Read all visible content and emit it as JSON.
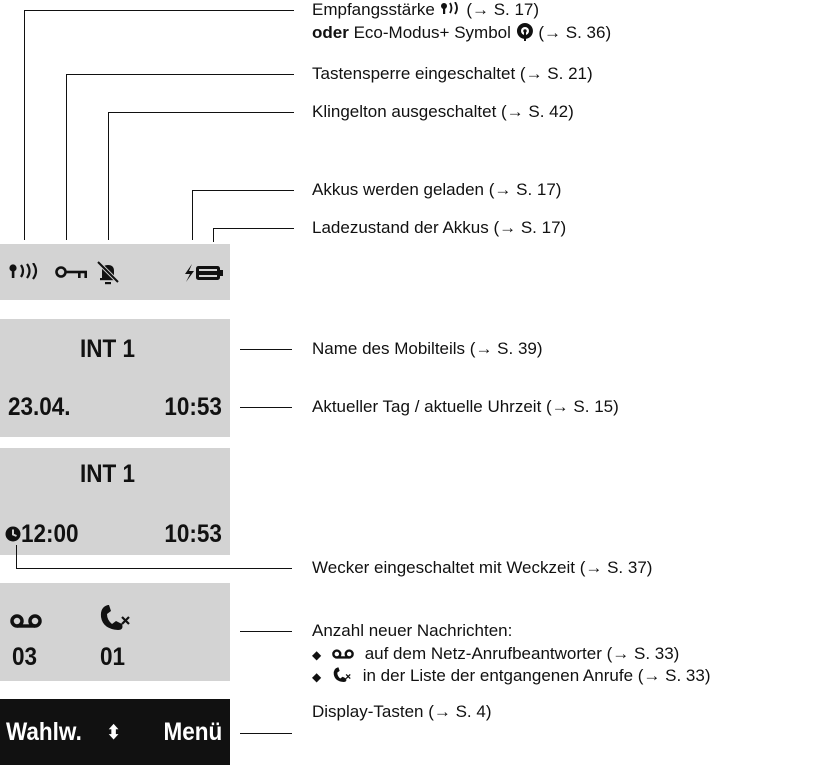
{
  "annotations": {
    "signal_pre": "Empfangsstärke",
    "signal_post": "(→ S. 17)",
    "eco_bold": "oder",
    "eco_pre": "Eco-Modus+ Symbol",
    "eco_post": "(→ S. 36)",
    "keylock": "Tastensperre eingeschaltet (→ S. 21)",
    "ringer_off": "Klingelton ausgeschaltet (→ S. 42)",
    "charging": "Akkus werden geladen (→ S. 17)",
    "battery_level": "Ladezustand der Akkus (→ S. 17)",
    "handset_name": "Name des Mobilteils (→ S. 39)",
    "date_time": "Aktueller Tag / aktuelle Uhrzeit (→ S. 15)",
    "alarm": "Wecker eingeschaltet mit Weckzeit (→ S. 37)",
    "new_messages": "Anzahl neuer Nachrichten:",
    "voicemail_item": "auf dem Netz-Anrufbeantworter (→ S. 33)",
    "missed_item": "in der Liste der entgangenen Anrufe (→ S. 33)",
    "display_keys": "Display-Tasten (→ S. 4)"
  },
  "display": {
    "name_1": "INT 1",
    "date": "23.04.",
    "time_1": "10:53",
    "name_2": "INT 1",
    "alarm_time": "12:00",
    "time_2": "10:53",
    "voicemail_count": "03",
    "missed_count": "01",
    "softkey_left": "Wahlw.",
    "softkey_arrows": "⬍",
    "softkey_right": "Menü"
  },
  "icons": [
    "signal-icon",
    "eco-mode-icon",
    "key-lock-icon",
    "ringer-off-icon",
    "charging-icon",
    "battery-icon",
    "alarm-clock-icon",
    "voicemail-icon",
    "missed-call-icon"
  ]
}
